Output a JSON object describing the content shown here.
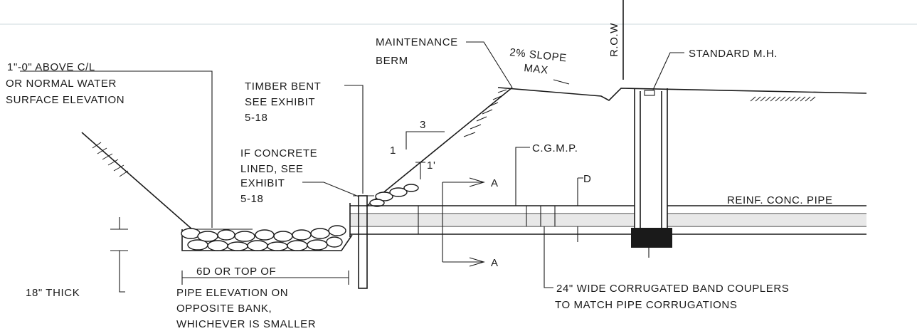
{
  "labels": {
    "water_line1": "1\"-0\" ABOVE C/L",
    "water_line2": "OR NORMAL WATER",
    "water_line3": "SURFACE ELEVATION",
    "timber_line1": "TIMBER BENT",
    "timber_line2": "SEE EXHIBIT",
    "timber_line3": "5-18",
    "berm_line1": "MAINTENANCE",
    "berm_line2": "BERM",
    "slope_line1": "2% SLOPE",
    "slope_line2": "MAX",
    "row": "R.O.W",
    "manhole": "STANDARD M.H.",
    "concrete_line1": "IF CONCRETE",
    "concrete_line2": "LINED, SEE",
    "concrete_line3": "EXHIBIT",
    "concrete_line4": "5-18",
    "cgmp": "C.G.M.P.",
    "diameter": "D",
    "section_a": "A",
    "rcp": "REINF. CONC. PIPE",
    "ratio_h": "3",
    "ratio_v": "1",
    "one_foot": "1'",
    "thickness": "18\" THICK",
    "extent_line1": "6D OR TOP OF",
    "extent_line2": "PIPE ELEVATION ON",
    "extent_line3": "OPPOSITE BANK,",
    "extent_line4": "WHICHEVER IS SMALLER",
    "coupler_line1": "24\" WIDE CORRUGATED BAND COUPLERS",
    "coupler_line2": "TO MATCH PIPE CORRUGATIONS"
  }
}
